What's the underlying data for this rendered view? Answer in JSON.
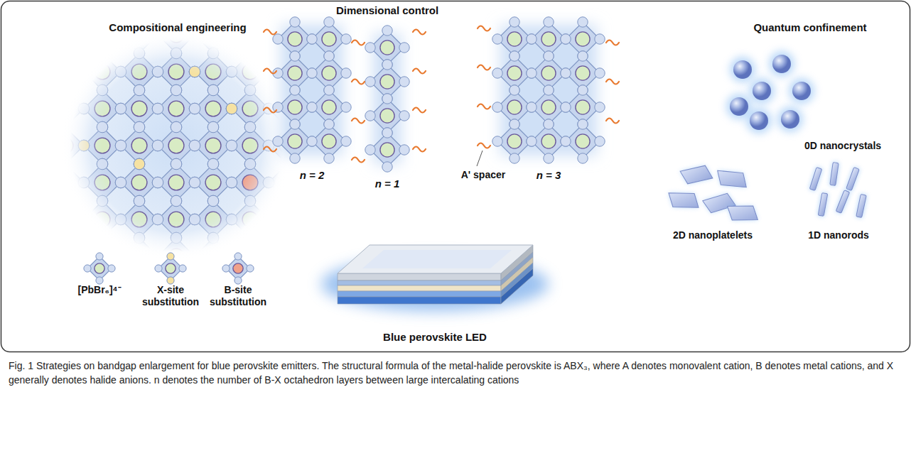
{
  "diagram": {
    "caption": "Fig. 1 Strategies on bandgap enlargement for blue perovskite emitters. The structural formula of the metal-halide perovskite is ABX₃, where A denotes monovalent cation, B denotes metal cations, and X generally denotes halide anions. n denotes the number of B-X octahedron layers between large intercalating cations",
    "labels": [
      "Compositional engineering",
      "Dimensional control",
      "Quantum confinement",
      "n = 2",
      "n = 1",
      "A' spacer",
      "n = 3",
      "0D nanocrystals",
      "2D nanoplatelets",
      "1D nanorods",
      "[PbBr₆]⁴⁻",
      "X-site substitution",
      "B-site substitution",
      "Blue perovskite LED"
    ]
  }
}
